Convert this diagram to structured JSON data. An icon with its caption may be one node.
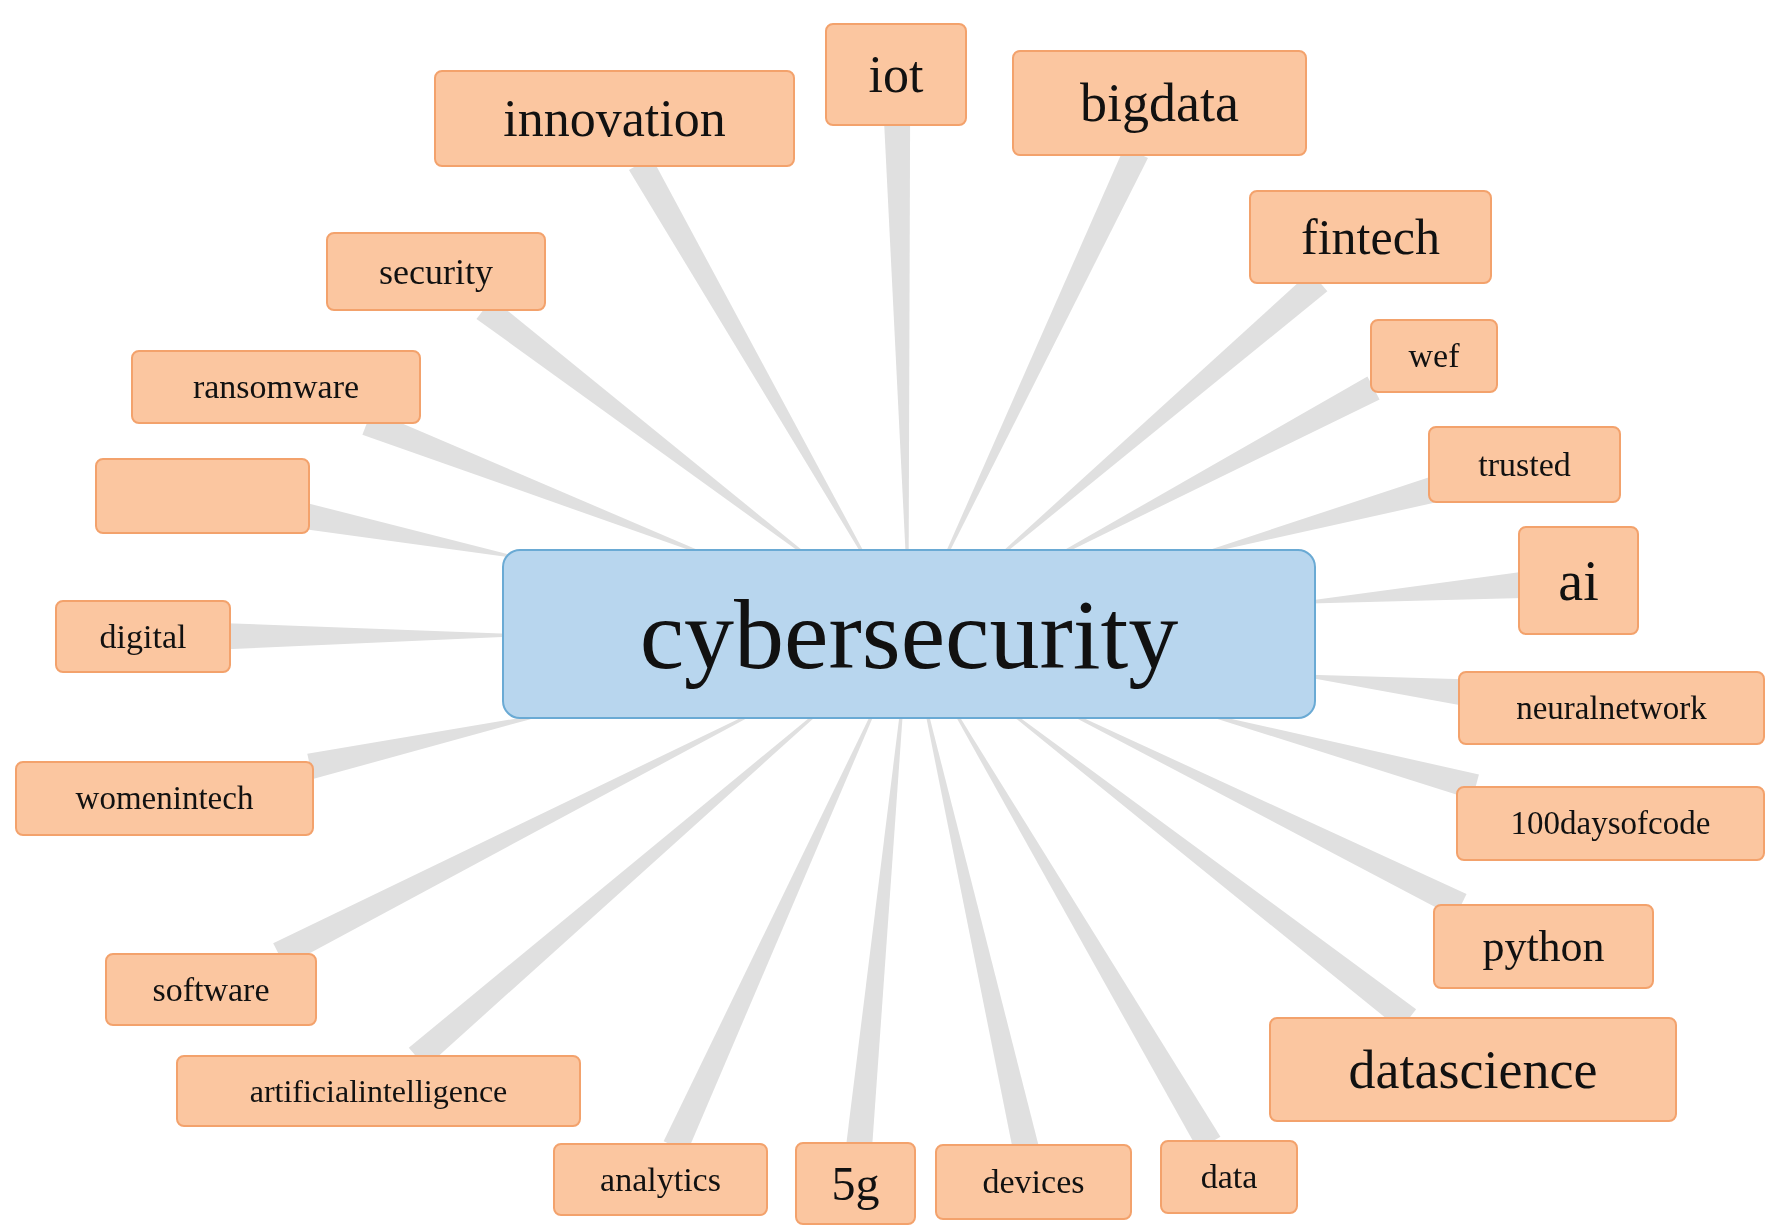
{
  "diagram": {
    "nodes": [
      {
        "text": [
          "cybersecurity"
        ]
      },
      {
        "text": [
          "iot"
        ]
      },
      {
        "text": [
          "bigdata"
        ]
      },
      {
        "text": [
          "innovation"
        ]
      },
      {
        "text": [
          "fintech"
        ]
      },
      {
        "text": [
          "security"
        ]
      },
      {
        "text": [
          "wef"
        ]
      },
      {
        "text": [
          "ransomware"
        ]
      },
      {
        "text": [
          "trusted"
        ]
      },
      {
        "text": [],
        "shape": "box"
      },
      {
        "text": [
          "ai"
        ]
      },
      {
        "text": [
          "digital"
        ]
      },
      {
        "text": [
          "neuralnetwork"
        ]
      },
      {
        "text": [
          "womenintech"
        ]
      },
      {
        "text": [
          "100daysofcode"
        ]
      },
      {
        "text": [
          "python"
        ]
      },
      {
        "text": [
          "software"
        ]
      },
      {
        "text": [
          "datascience"
        ]
      },
      {
        "text": [
          "artificialintelligence"
        ]
      },
      {
        "text": [
          "analytics"
        ]
      },
      {
        "text": [
          "5g"
        ]
      },
      {
        "text": [
          "devices"
        ]
      },
      {
        "text": [
          "data"
        ]
      }
    ],
    "edges": [
      {
        "from": 0,
        "to": 1,
        "arrow": "none"
      },
      {
        "from": 0,
        "to": 2,
        "arrow": "none"
      },
      {
        "from": 0,
        "to": 3,
        "arrow": "none"
      },
      {
        "from": 0,
        "to": 4,
        "arrow": "none"
      },
      {
        "from": 0,
        "to": 5,
        "arrow": "none"
      },
      {
        "from": 0,
        "to": 6,
        "arrow": "none"
      },
      {
        "from": 0,
        "to": 7,
        "arrow": "none"
      },
      {
        "from": 0,
        "to": 8,
        "arrow": "none"
      },
      {
        "from": 0,
        "to": 9,
        "arrow": "none"
      },
      {
        "from": 0,
        "to": 10,
        "arrow": "none"
      },
      {
        "from": 0,
        "to": 11,
        "arrow": "none"
      },
      {
        "from": 0,
        "to": 12,
        "arrow": "none"
      },
      {
        "from": 0,
        "to": 13,
        "arrow": "none"
      },
      {
        "from": 0,
        "to": 14,
        "arrow": "none"
      },
      {
        "from": 0,
        "to": 15,
        "arrow": "none"
      },
      {
        "from": 0,
        "to": 16,
        "arrow": "none"
      },
      {
        "from": 0,
        "to": 17,
        "arrow": "none"
      },
      {
        "from": 0,
        "to": 18,
        "arrow": "none"
      },
      {
        "from": 0,
        "to": 19,
        "arrow": "none"
      },
      {
        "from": 0,
        "to": 20,
        "arrow": "none"
      },
      {
        "from": 0,
        "to": 21,
        "arrow": "none"
      },
      {
        "from": 0,
        "to": 22,
        "arrow": "none"
      }
    ]
  }
}
